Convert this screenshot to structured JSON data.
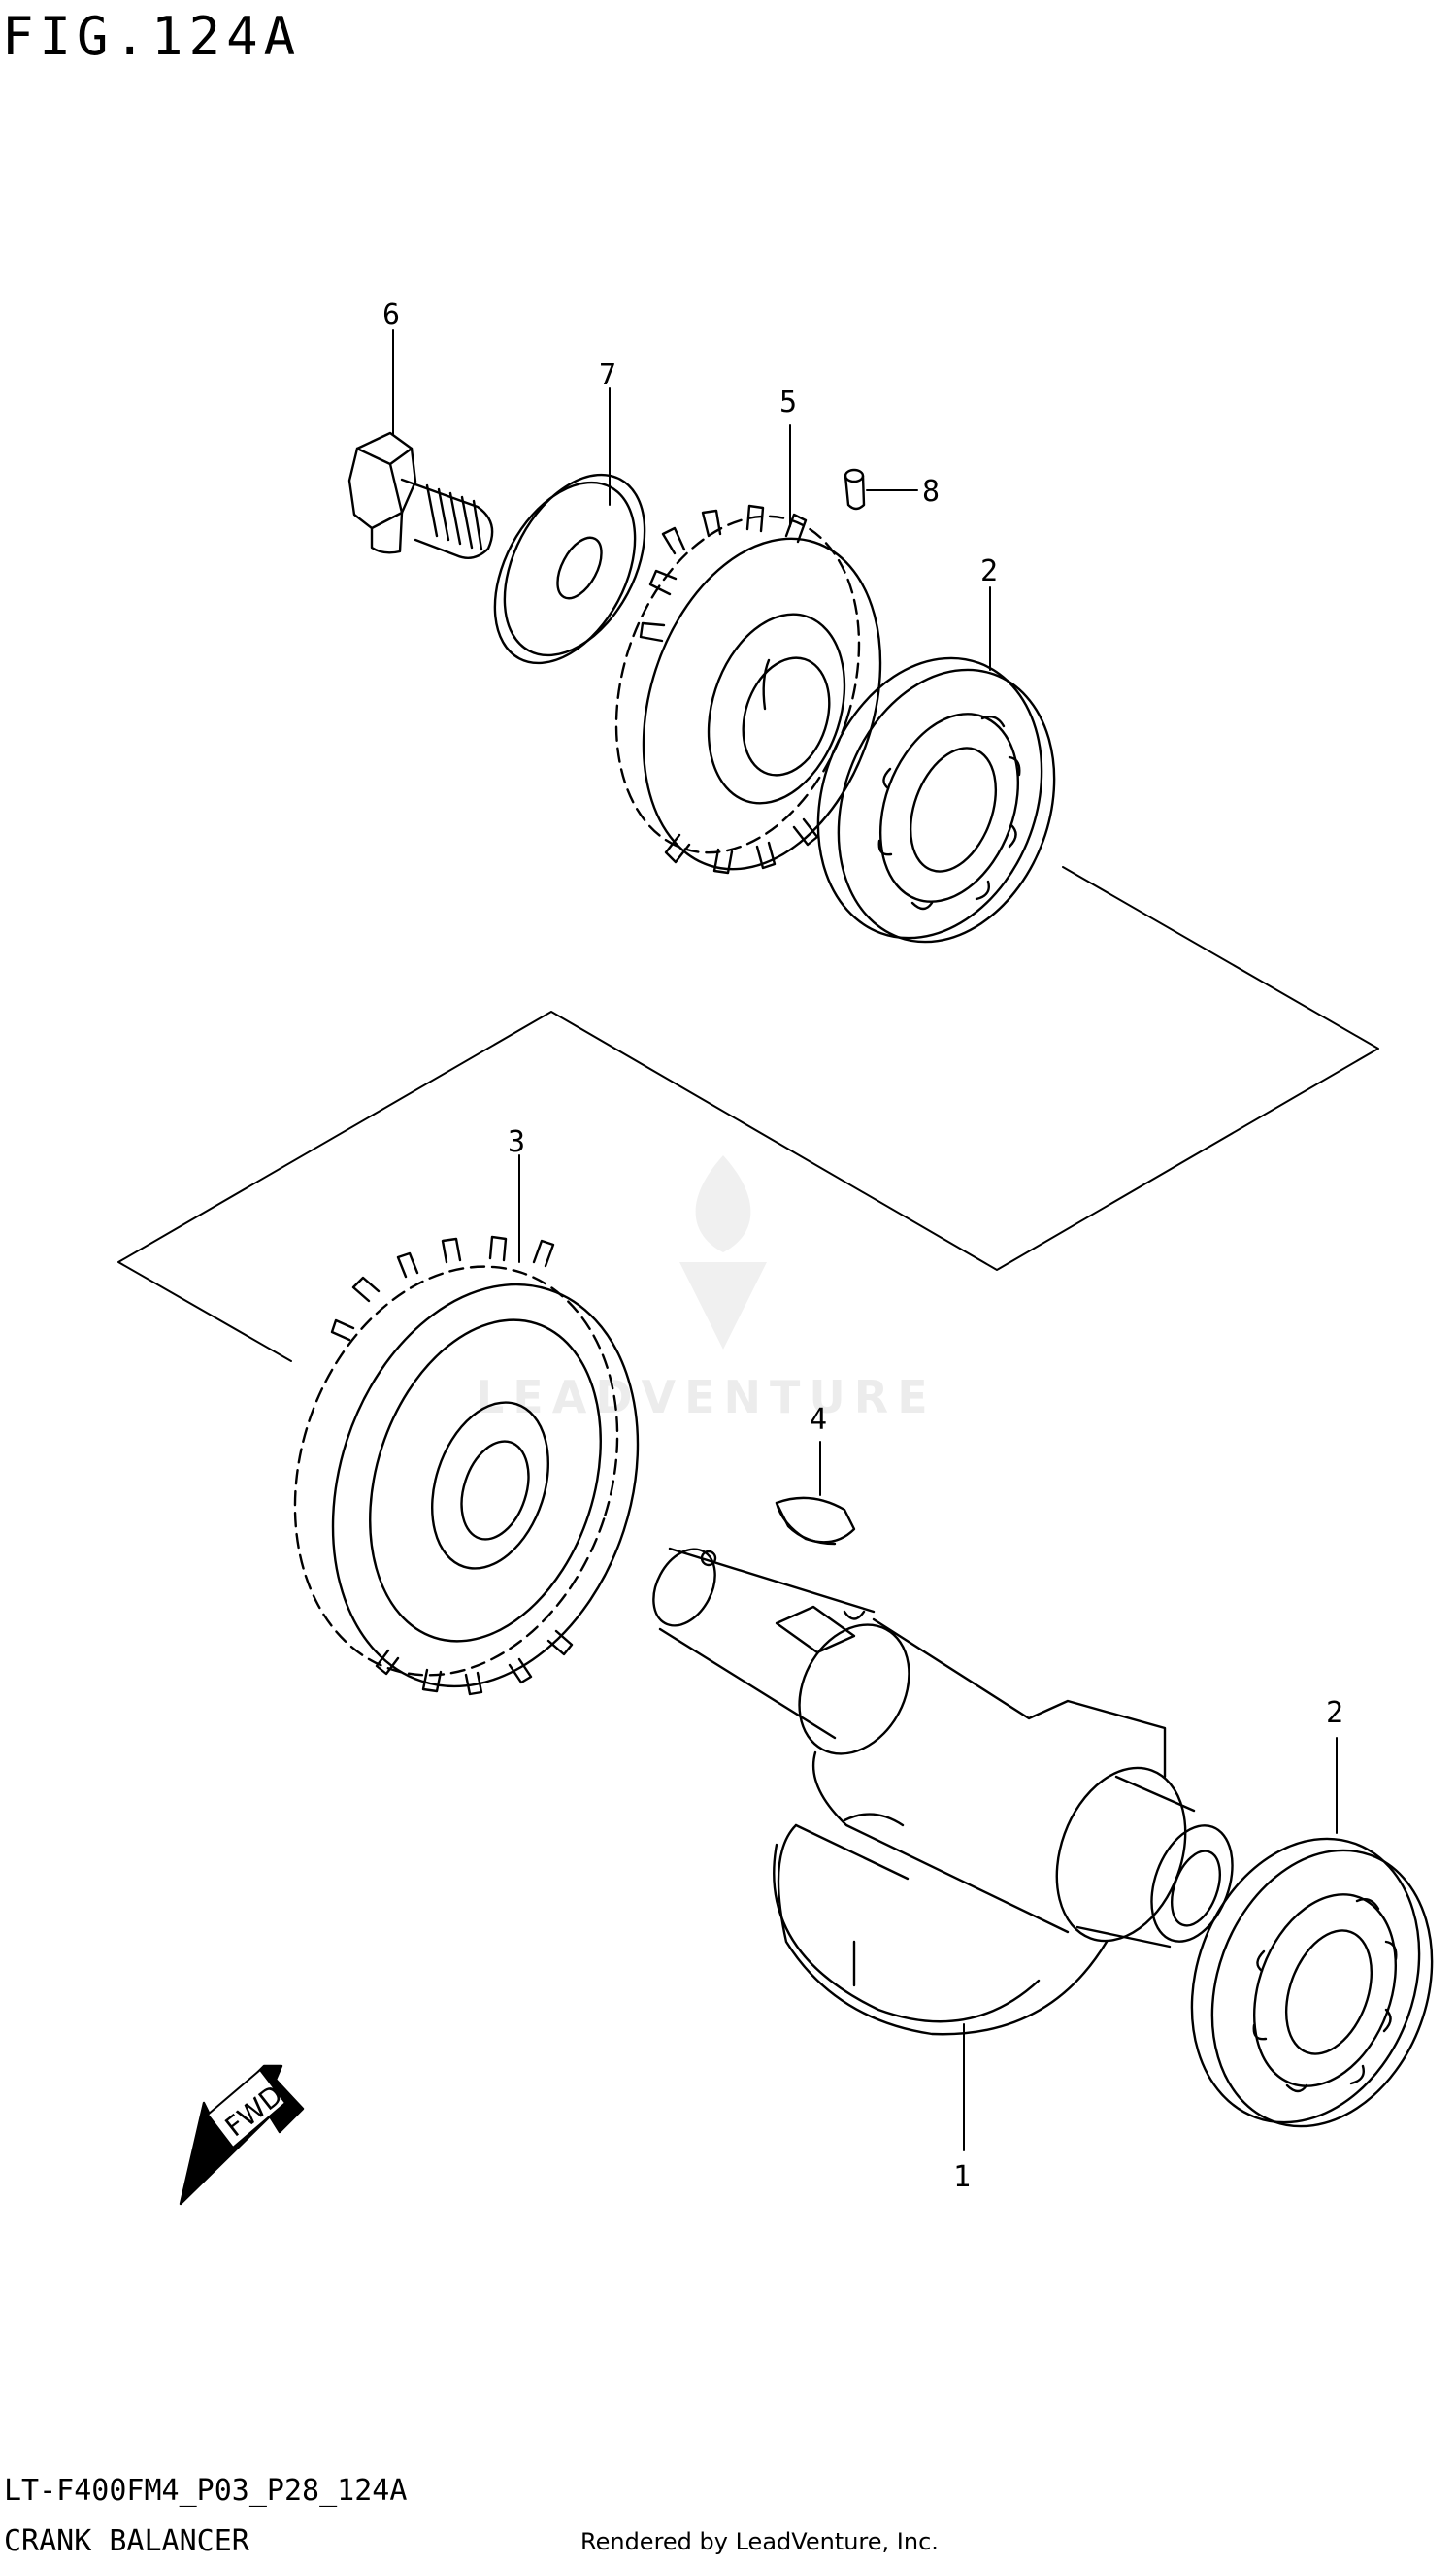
{
  "figure": {
    "title": "FIG.124A",
    "model_code": "LT-F400FM4_P03_P28_124A",
    "caption": "CRANK BALANCER",
    "rendered_by": "Rendered by LeadVenture, Inc."
  },
  "watermark": {
    "text": "LEADVENTURE"
  },
  "fwd_label": "FWD",
  "callouts": [
    "1",
    "2",
    "2",
    "3",
    "4",
    "5",
    "6",
    "7",
    "8"
  ],
  "parts": [
    {
      "ref": "1",
      "name": "balancer-shaft"
    },
    {
      "ref": "2",
      "name": "bearing"
    },
    {
      "ref": "3",
      "name": "driven-gear"
    },
    {
      "ref": "4",
      "name": "woodruff-key"
    },
    {
      "ref": "5",
      "name": "drive-gear"
    },
    {
      "ref": "6",
      "name": "flange-bolt"
    },
    {
      "ref": "7",
      "name": "washer"
    },
    {
      "ref": "8",
      "name": "dowel-pin"
    }
  ]
}
